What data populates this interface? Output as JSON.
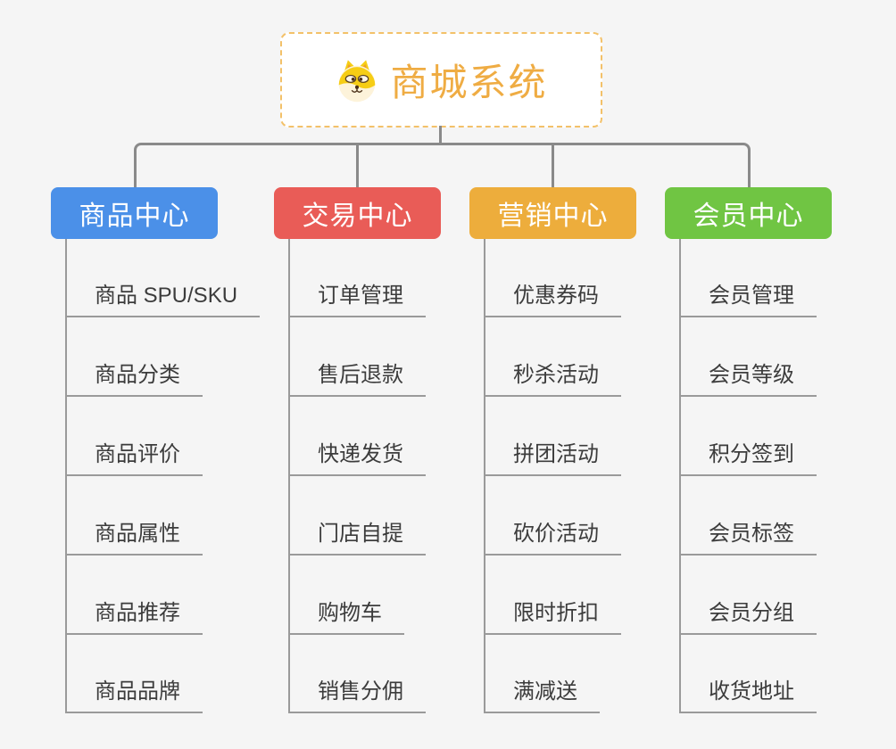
{
  "root": {
    "title": "商城系统",
    "icon": "shiba-dog",
    "title_color": "#efac43",
    "border_color": "#f3c169"
  },
  "connector_color": "#8a8a8a",
  "sub_line_color": "#9a9a9a",
  "branches": [
    {
      "label": "商品中心",
      "color": "#4b90e8",
      "children": [
        "商品 SPU/SKU",
        "商品分类",
        "商品评价",
        "商品属性",
        "商品推荐",
        "商品品牌"
      ]
    },
    {
      "label": "交易中心",
      "color": "#e95c57",
      "children": [
        "订单管理",
        "售后退款",
        "快递发货",
        "门店自提",
        "购物车",
        "销售分佣"
      ]
    },
    {
      "label": "营销中心",
      "color": "#edad3c",
      "children": [
        "优惠券码",
        "秒杀活动",
        "拼团活动",
        "砍价活动",
        "限时折扣",
        "满减送"
      ]
    },
    {
      "label": "会员中心",
      "color": "#70c543",
      "children": [
        "会员管理",
        "会员等级",
        "积分签到",
        "会员标签",
        "会员分组",
        "收货地址"
      ]
    }
  ]
}
